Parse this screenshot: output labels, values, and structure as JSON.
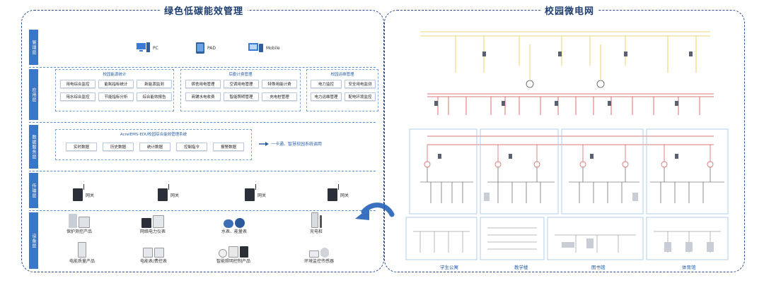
{
  "left": {
    "title": "绿色低碳能效管理",
    "layers": {
      "management": "管理层",
      "application": "应用层",
      "data": "数据服务层",
      "transport": "传输层",
      "device": "设备层"
    },
    "clients": [
      {
        "label": "PC",
        "icon": "pc-icon"
      },
      {
        "label": "PAD",
        "icon": "pad-icon"
      },
      {
        "label": "Mobile",
        "icon": "mobile-icon"
      }
    ],
    "groups": [
      {
        "title": "校园能源统计",
        "items": [
          "用电综合监控",
          "能耗指标统计",
          "新能源监测",
          "用水综合监控",
          "节能指标分析",
          "综合能效报告"
        ]
      },
      {
        "title": "后勤计费管理",
        "items": [
          "宿舍用电管理",
          "空调用电管理",
          "特殊用能计费",
          "商铺水电收费",
          "智能照明管理",
          "充电桩管理"
        ]
      },
      {
        "title": "校园运维管理",
        "items": [
          "电力监控",
          "安全用电监测",
          "电力运维管理",
          "配电环境监控"
        ]
      }
    ],
    "system": {
      "title": "AcrelEMS-EDU校园综合能效管理系统",
      "items": [
        "实时数据",
        "历史数据",
        "统计数据",
        "控制指令",
        "报警数据"
      ],
      "link": "一卡通、智慧校园系统调用"
    },
    "gateway_label": "网关",
    "products": [
      "保护测控产品",
      "网络电力仪表",
      "水表、能量表",
      "充电桩",
      "电能质量产品",
      "电能表/费控表",
      "智能照明控制产品",
      "环境监控传感器"
    ]
  },
  "right": {
    "title": "校园微电网",
    "buildings": [
      "学生公寓",
      "教学楼",
      "图书馆",
      "体育馆"
    ]
  },
  "colors": {
    "accent": "#3b77c8",
    "dashed_border": "#2a4f8a",
    "arrow": "#3a70c0",
    "grid_red": "#d94a4a",
    "grid_yellow": "#e6c84a"
  }
}
